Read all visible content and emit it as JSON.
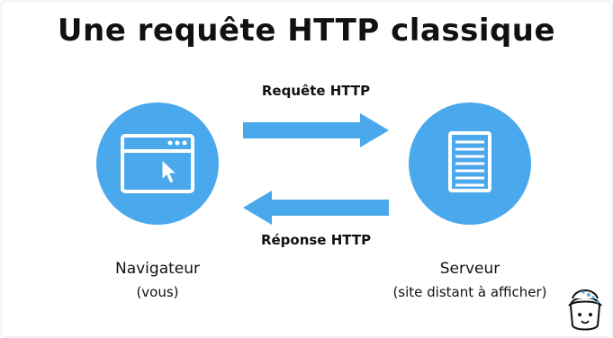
{
  "title": "Une requête HTTP classique",
  "request_label": "Requête HTTP",
  "response_label": "Réponse HTTP",
  "client": {
    "label": "Navigateur",
    "sublabel": "(vous)",
    "icon": "browser-window-icon"
  },
  "server": {
    "label": "Serveur",
    "sublabel": "(site distant à afficher)",
    "icon": "server-rack-icon"
  },
  "colors": {
    "accent": "#4aa8ec",
    "text": "#111111",
    "background": "#ffffff"
  }
}
